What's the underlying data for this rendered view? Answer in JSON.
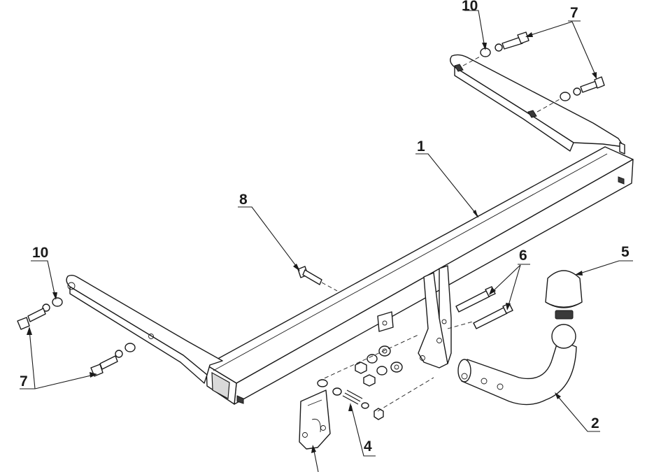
{
  "callouts": {
    "c1": "1",
    "c2": "2",
    "c4": "4",
    "c5": "5",
    "c6": "6",
    "c7_top": "7",
    "c7_left": "7",
    "c8": "8",
    "c10_top": "10",
    "c10_left": "10"
  }
}
